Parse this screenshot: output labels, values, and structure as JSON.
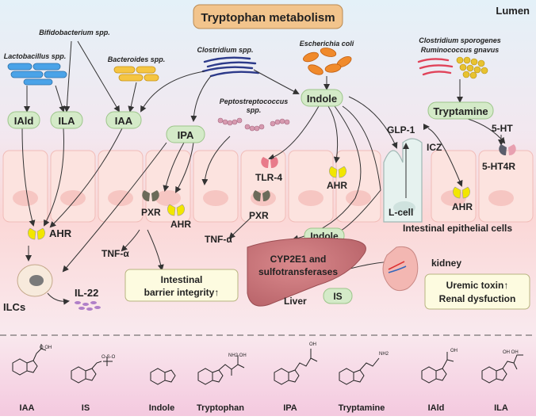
{
  "title": "Tryptophan metabolism",
  "lumen_label": "Lumen",
  "bacteria": {
    "lactobacillus": "Lactobacillus spp.",
    "bifidobacterium": "Bifidobacterium spp.",
    "bacteroides": "Bacteroides spp.",
    "clostridium": "Clostridium spp.",
    "ecoli": "Escherichia coli",
    "peptostreptococcus_line1": "Peptostreptococcus",
    "peptostreptococcus_line2": "spp.",
    "sporogenes": "Clostridium sporogenes",
    "gnavus": "Ruminococcus gnavus"
  },
  "metabolites": {
    "iald": "IAld",
    "ila": "ILA",
    "iaa": "IAA",
    "ipa": "IPA",
    "indole": "Indole",
    "tryptamine": "Tryptamine",
    "indole_liver": "Indole",
    "is": "IS"
  },
  "labels": {
    "ahr_left": "AHR",
    "ahr_pxr": "AHR",
    "ahr_mid": "AHR",
    "ahr_right": "AHR",
    "pxr_left": "PXR",
    "pxr_mid": "PXR",
    "tlr4": "TLR-4",
    "tnf_left": "TNF-α",
    "tnf_mid": "TNF-α",
    "glp1": "GLP-1",
    "icz": "ICZ",
    "ht5": "5-HT",
    "ht4r": "5-HT4R",
    "lcell": "L-cell",
    "epithelial": "Intestinal epithelial cells",
    "ilcs": "ILCs",
    "il22": "IL-22",
    "barrier_line1": "Intestinal",
    "barrier_line2": "barrier integrity↑",
    "cyp_line1": "CYP2E1 and",
    "cyp_line2": "sulfotransferases",
    "liver": "Liver",
    "kidney": "kidney",
    "uremic_line1": "Uremic toxin↑",
    "uremic_line2": "Renal dysfuction"
  },
  "structures": [
    {
      "name": "IAA",
      "group": "O OH"
    },
    {
      "name": "IS",
      "group": "O-S-O"
    },
    {
      "name": "Indole",
      "group": ""
    },
    {
      "name": "Tryptophan",
      "group": "NH2 OH"
    },
    {
      "name": "IPA",
      "group": "OH"
    },
    {
      "name": "Tryptamine",
      "group": "NH2"
    },
    {
      "name": "IAld",
      "group": "OH"
    },
    {
      "name": "ILA",
      "group": "OH OH"
    }
  ],
  "colors": {
    "title_box": "#f2c48c",
    "metabolite_box": "#d4eac8",
    "note_box": "#fdfbe0",
    "liver": "#c9767a",
    "ahr": "#f2e600",
    "pxr": "#6b6b5a",
    "tlr4": "#e87b8a"
  }
}
